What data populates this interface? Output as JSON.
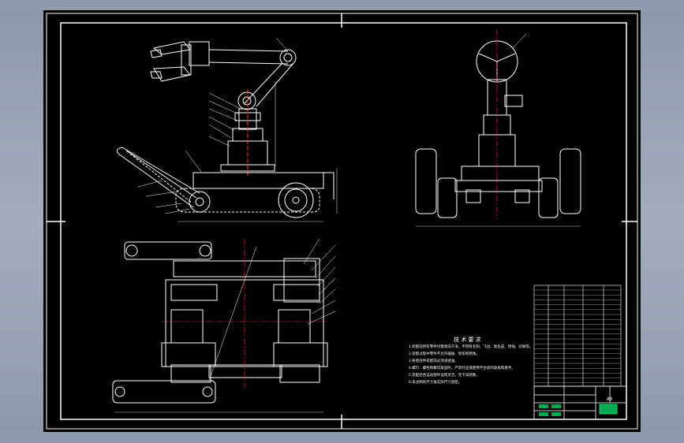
{
  "drawing": {
    "sheet_number": "A0",
    "notes_title": "技 术 要 求",
    "notes": [
      "1.装配前所有零件均需清洗干净，不得有毛刺、飞边、氧化皮、锈蚀、切屑等。",
      "2.装配过程中零件不允许磕碰、划伤和锈蚀。",
      "3.各密封件装配前必须浸透油。",
      "4.螺钉、螺栓和螺母紧固时，严禁打击或使用不合适的旋具和扳手。",
      "5.装配后各运动部件运转灵活，无卡滞现象。",
      "6.未注明的尺寸按实际尺寸装配。"
    ],
    "colors": {
      "sheet": "#000000",
      "lines": "#ffffff",
      "center_lines": "#ff3333",
      "dimensions": "#cccccc",
      "title_text": "#00ff66",
      "hatch": "#88ff88"
    }
  }
}
